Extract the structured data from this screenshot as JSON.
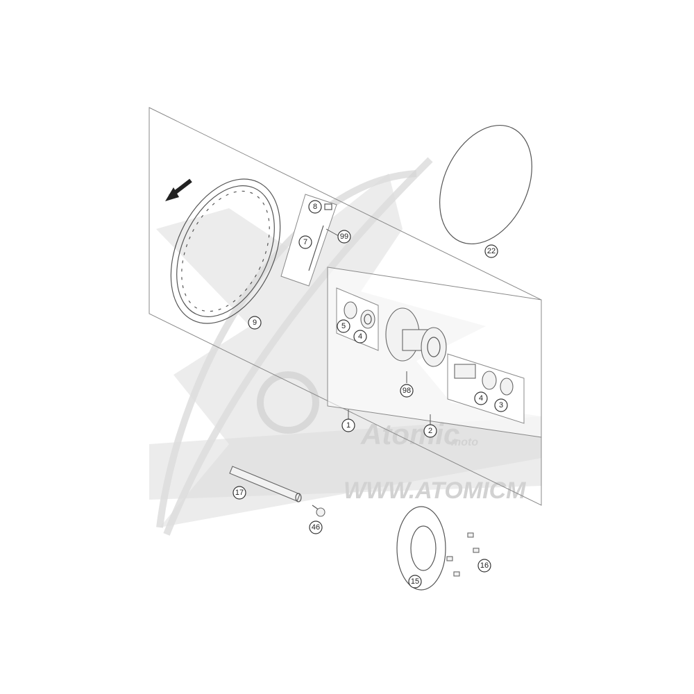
{
  "watermark": {
    "brand": "Atomic",
    "sub": "moto",
    "url": "WWW.ATOMICM"
  },
  "callouts": [
    {
      "id": "c8",
      "label": "8"
    },
    {
      "id": "c7",
      "label": "7"
    },
    {
      "id": "c99",
      "label": "99"
    },
    {
      "id": "c9",
      "label": "9"
    },
    {
      "id": "c22",
      "label": "22"
    },
    {
      "id": "c5",
      "label": "5"
    },
    {
      "id": "c4a",
      "label": "4"
    },
    {
      "id": "c98",
      "label": "98"
    },
    {
      "id": "c4b",
      "label": "4"
    },
    {
      "id": "c3",
      "label": "3"
    },
    {
      "id": "c1",
      "label": "1"
    },
    {
      "id": "c2",
      "label": "2"
    },
    {
      "id": "c17",
      "label": "17"
    },
    {
      "id": "c46",
      "label": "46"
    },
    {
      "id": "c15",
      "label": "15"
    },
    {
      "id": "c16",
      "label": "16"
    }
  ]
}
